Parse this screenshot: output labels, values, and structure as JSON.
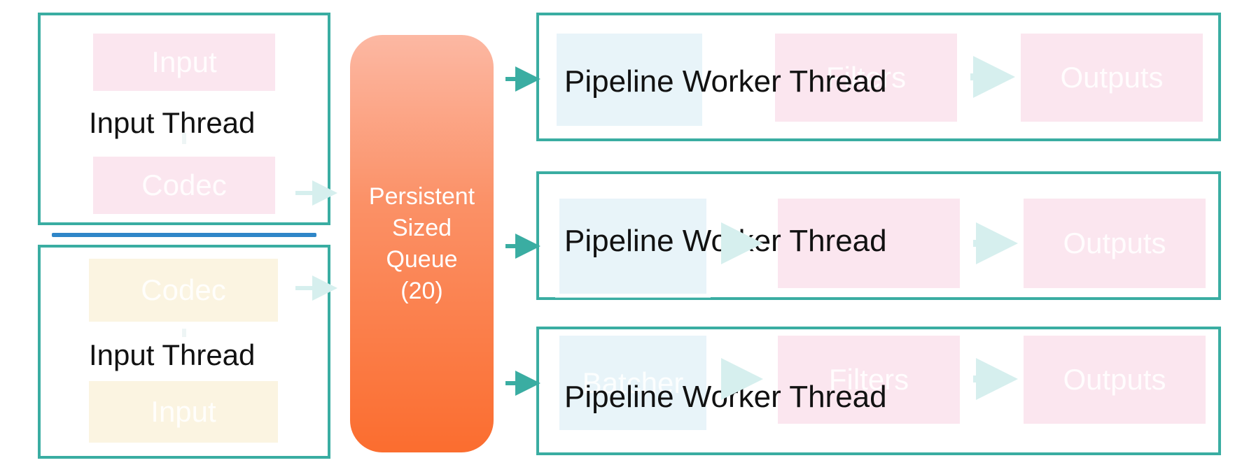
{
  "colors": {
    "frame": "#3aada2",
    "arrow": "#3aada2",
    "faded_arrow": "#d6efee",
    "queue_top": "#fcb8a3",
    "queue_bottom": "#fb6d2f",
    "separator": "#2f86c8",
    "pink_box": "#fbe6ef",
    "yellow_box": "#fbf4e1",
    "blue_box": "#e8f4f9"
  },
  "input_threads": [
    {
      "label": "Input Thread",
      "faded_boxes": [
        "Input",
        "Codec"
      ]
    },
    {
      "label": "Input Thread",
      "faded_boxes": [
        "Codec",
        "Input"
      ]
    }
  ],
  "queue": {
    "lines": [
      "Persistent",
      "Sized",
      "Queue",
      "(20)"
    ]
  },
  "workers": [
    {
      "label": "Pipeline Worker Thread",
      "faded_boxes": [
        "",
        "Filters",
        "Outputs"
      ]
    },
    {
      "label": "Pipeline Worker Thread",
      "faded_boxes": [
        "",
        "",
        "Outputs"
      ]
    },
    {
      "label": "Pipeline Worker Thread",
      "faded_boxes": [
        "Batcher",
        "Filters",
        "Outputs"
      ]
    }
  ]
}
